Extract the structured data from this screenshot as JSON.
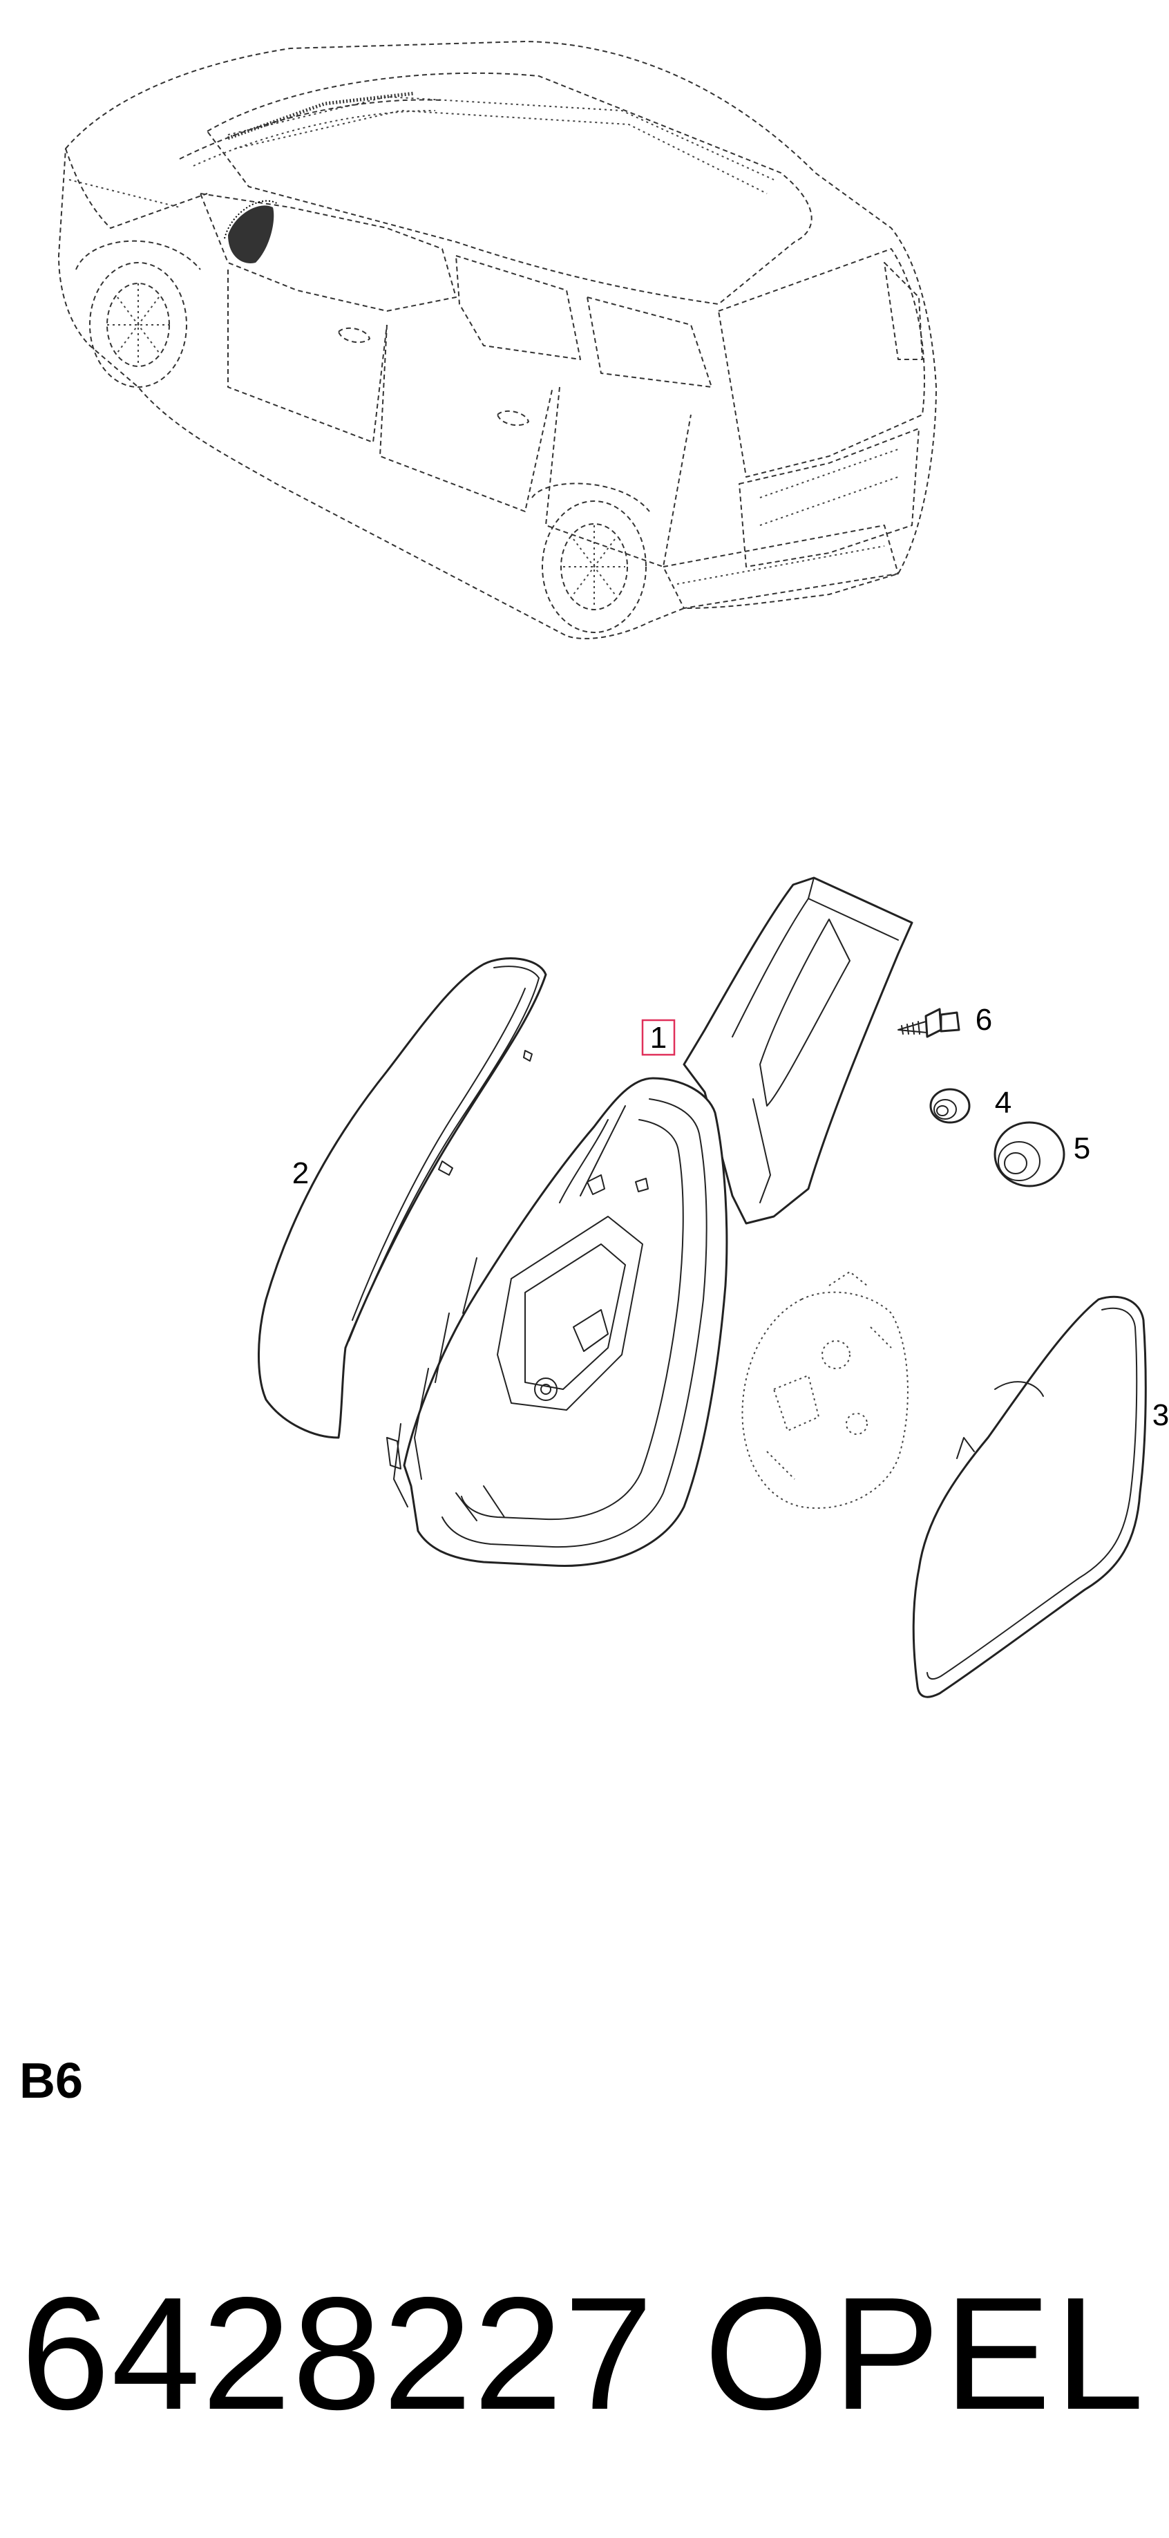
{
  "diagram": {
    "callouts": [
      {
        "id": "1",
        "label": "1",
        "boxed": true
      },
      {
        "id": "2",
        "label": "2",
        "boxed": false
      },
      {
        "id": "3",
        "label": "3",
        "boxed": false
      },
      {
        "id": "4",
        "label": "4",
        "boxed": false
      },
      {
        "id": "5",
        "label": "5",
        "boxed": false
      },
      {
        "id": "6",
        "label": "6",
        "boxed": false
      }
    ],
    "colors": {
      "line": "#222222",
      "callout_box": "#e0305a",
      "background": "#ffffff"
    }
  },
  "footer": {
    "section_code": "B6",
    "part_number": "6428227",
    "brand": "OPEL"
  }
}
